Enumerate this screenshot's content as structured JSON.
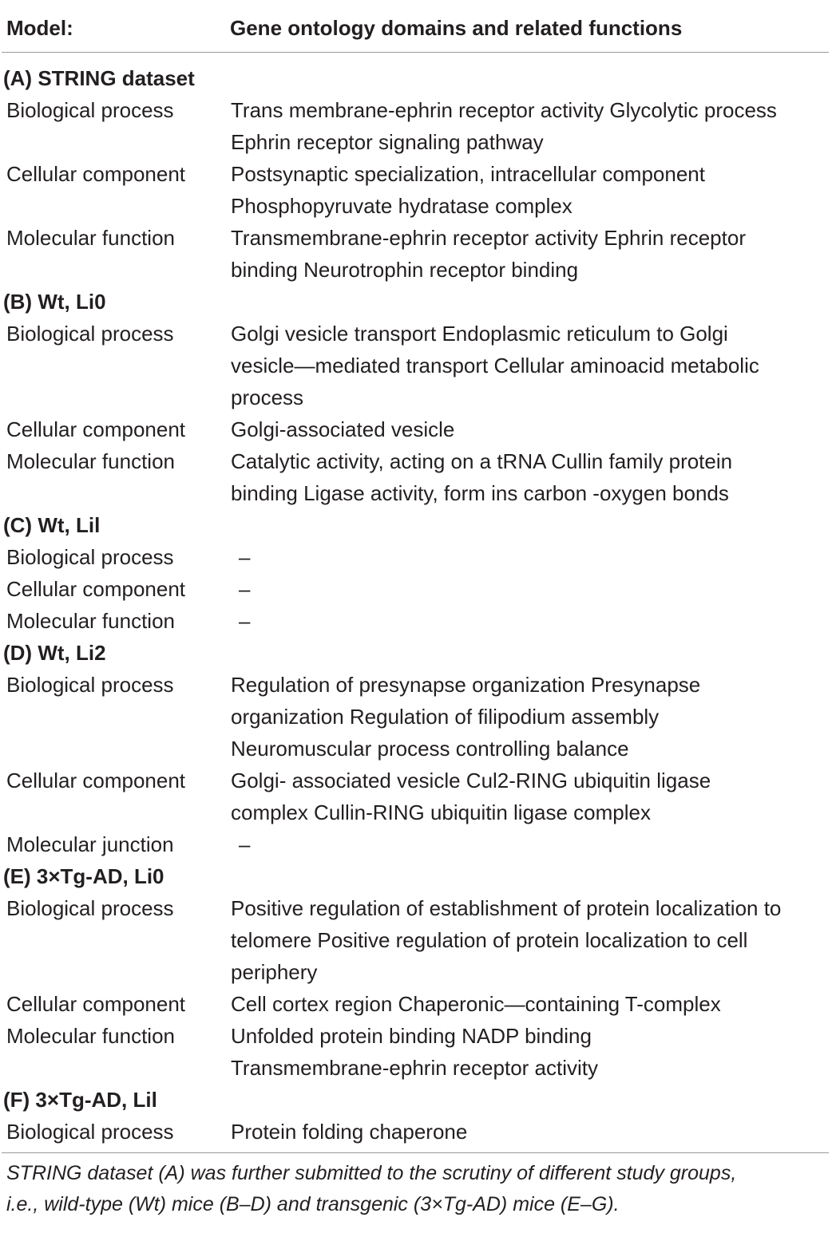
{
  "header": {
    "col1": "Model:",
    "col2": "Gene ontology domains and related functions"
  },
  "sections": [
    {
      "title": "(A) STRING dataset",
      "rows": [
        {
          "label": "Biological process",
          "value": "Trans membrane-ephrin receptor activity Glycolytic process\nEphrin receptor signaling pathway"
        },
        {
          "label": "Cellular component",
          "value": "Postsynaptic specialization, intracellular component\nPhosphopyruvate hydratase complex"
        },
        {
          "label": "Molecular function",
          "value": "Transmembrane-ephrin receptor activity Ephrin receptor\nbinding Neurotrophin receptor binding"
        }
      ]
    },
    {
      "title": "(B) Wt, Li0",
      "rows": [
        {
          "label": "Biological process",
          "value": "Golgi vesicle transport Endoplasmic reticulum to Golgi\nvesicle—mediated transport Cellular aminoacid metabolic\nprocess"
        },
        {
          "label": "Cellular component",
          "value": "Golgi-associated vesicle"
        },
        {
          "label": "Molecular function",
          "value": "Catalytic activity, acting on a tRNA Cullin family protein\nbinding Ligase activity, form ins carbon -oxygen bonds"
        }
      ]
    },
    {
      "title": "(C) Wt, Lil",
      "rows": [
        {
          "label": "Biological process",
          "value": "–"
        },
        {
          "label": "Cellular component",
          "value": "–"
        },
        {
          "label": "Molecular function",
          "value": "–"
        }
      ]
    },
    {
      "title": "(D) Wt, Li2",
      "rows": [
        {
          "label": "Biological process",
          "value": "Regulation of presynapse organization Presynapse\norganization Regulation of filipodium assembly\nNeuromuscular process controlling balance"
        },
        {
          "label": "Cellular component",
          "value": "Golgi- associated vesicle Cul2-RING ubiquitin ligase\ncomplex Cullin-RING ubiquitin ligase complex"
        },
        {
          "label": "Molecular junction",
          "value": "–"
        }
      ]
    },
    {
      "title": "(E) 3×Tg-AD, Li0",
      "rows": [
        {
          "label": "Biological process",
          "value": "Positive regulation of establishment of protein localization to\ntelomere Positive regulation of protein localization to cell\nperiphery"
        },
        {
          "label": "Cellular component",
          "value": "Cell cortex region Chaperonic—containing T-complex"
        },
        {
          "label": "Molecular function",
          "value": "Unfolded protein binding NADP binding\nTransmembrane-ephrin receptor activity"
        }
      ]
    },
    {
      "title": "(F) 3×Tg-AD, Lil",
      "rows": [
        {
          "label": "Biological process",
          "value": "Protein folding chaperone"
        }
      ]
    }
  ],
  "footer": "STRING dataset (A) was further submitted to the scrutiny of different study groups,\ni.e., wild-type (Wt) mice (B–D) and transgenic (3×Tg-AD) mice (E–G)."
}
